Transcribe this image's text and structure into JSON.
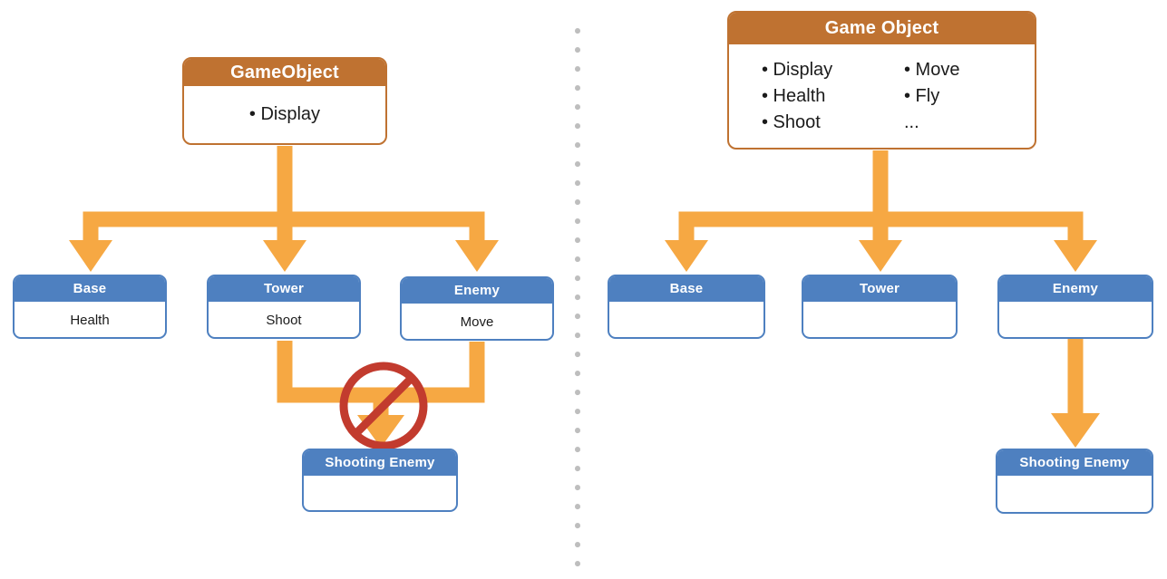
{
  "left": {
    "root": {
      "title": "GameObject",
      "item": "• Display"
    },
    "children": [
      {
        "title": "Base",
        "body": "Health"
      },
      {
        "title": "Tower",
        "body": "Shoot"
      },
      {
        "title": "Enemy",
        "body": "Move"
      }
    ],
    "shooting": {
      "title": "Shooting Enemy",
      "body": ""
    },
    "annotation": "no-entry prohibition sign over merged inheritance arrow"
  },
  "right": {
    "root": {
      "title": "Game Object",
      "col1": [
        "• Display",
        "• Health",
        "• Shoot"
      ],
      "col2": [
        "• Move",
        "• Fly",
        "..."
      ]
    },
    "children": [
      {
        "title": "Base",
        "body": ""
      },
      {
        "title": "Tower",
        "body": ""
      },
      {
        "title": "Enemy",
        "body": ""
      }
    ],
    "shooting": {
      "title": "Shooting Enemy",
      "body": ""
    }
  },
  "colors": {
    "root_header": "#bf7231",
    "child_header": "#4e80c0",
    "arrow": "#f6a843",
    "no_entry_red": "#c23b2e",
    "divider_dots": "#bebebe"
  }
}
